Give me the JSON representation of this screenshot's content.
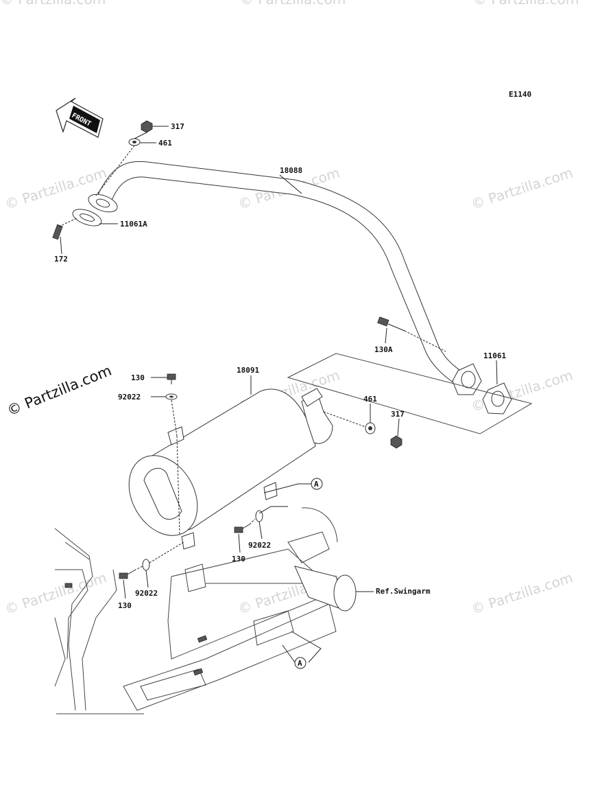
{
  "diagram": {
    "code": "E1140",
    "front_label": "FRONT",
    "ref_label": "Ref.Swingarm",
    "callout_letter": "A",
    "watermark_text": "© Partzilla.com",
    "parts": {
      "p317_top": "317",
      "p461_top": "461",
      "p18088": "18088",
      "p11061A": "11061A",
      "p172": "172",
      "p130A": "130A",
      "p11061": "11061",
      "p130_top": "130",
      "p18091": "18091",
      "p92022_top": "92022",
      "p461_mid": "461",
      "p317_mid": "317",
      "p130_mid": "130",
      "p92022_mid": "92022",
      "p130_low": "130",
      "p92022_low": "92022"
    }
  }
}
